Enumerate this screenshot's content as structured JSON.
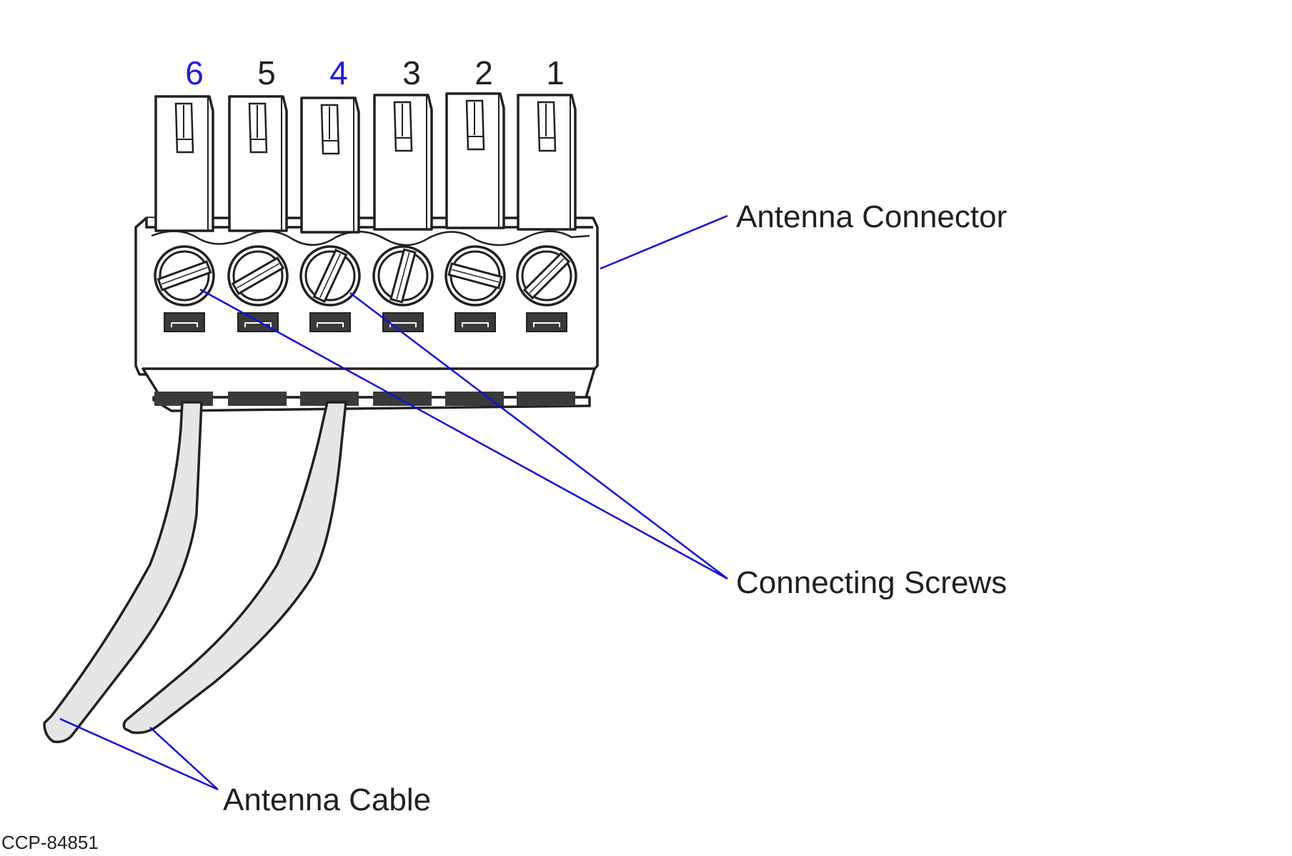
{
  "diagram": {
    "pins": [
      {
        "number": "6",
        "highlighted": true
      },
      {
        "number": "5",
        "highlighted": false
      },
      {
        "number": "4",
        "highlighted": true
      },
      {
        "number": "3",
        "highlighted": false
      },
      {
        "number": "2",
        "highlighted": false
      },
      {
        "number": "1",
        "highlighted": false
      }
    ],
    "labels": {
      "antenna_connector": "Antenna Connector",
      "connecting_screws": "Connecting Screws",
      "antenna_cable": "Antenna Cable"
    },
    "figure_id": "CCP-84851",
    "colors": {
      "highlight": "#1a1ae6",
      "leader": "#1010dd",
      "ink": "#231f20",
      "cable": "#e6e6e6",
      "slot": "#3a3a3a"
    }
  }
}
